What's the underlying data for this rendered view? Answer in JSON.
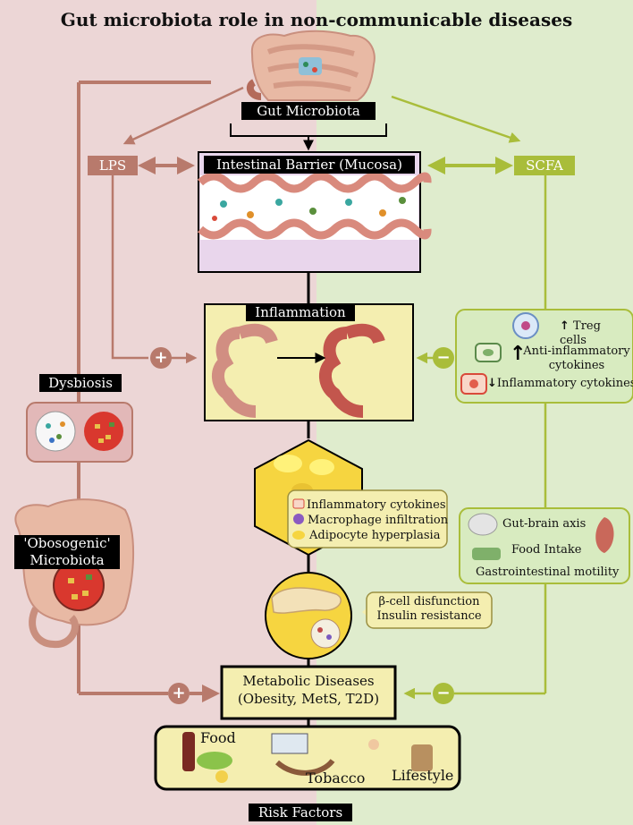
{
  "title": "Gut microbiota role in non-communicable diseases",
  "labels": {
    "gut_microbiota": "Gut Microbiota",
    "lps": "LPS",
    "scfa": "SCFA",
    "intestinal_barrier": "Intestinal Barrier (Mucosa)",
    "inflammation": "Inflammation",
    "dysbiosis": "Dysbiosis",
    "obesogenic_line1": "'Obosogenic'",
    "obesogenic_line2": "Microbiota",
    "metabolic_line1": "Metabolic Diseases",
    "metabolic_line2": "(Obesity, MetS, T2D)",
    "risk_factors": "Risk Factors",
    "food": "Food",
    "tobacco": "Tobacco",
    "lifestyle": "Lifestyle"
  },
  "scfa_effects": {
    "treg": "Treg cells",
    "anti_inflammatory_line1": "Anti-inflammatory",
    "anti_inflammatory_line2": "cytokines",
    "inflammatory": "Inflammatory cytokines"
  },
  "adipose_effects": {
    "cytokines": "Inflammatory cytokines",
    "macrophage": "Macrophage infiltration",
    "hyperplasia": "Adipocyte hyperplasia"
  },
  "gut_brain": {
    "axis": "Gut-brain axis",
    "food_intake": "Food Intake",
    "motility": "Gastrointestinal motility"
  },
  "pancreas_effects": {
    "beta_cell": "β-cell disfunction",
    "insulin": "Insulin resistance"
  },
  "symbols": {
    "plus": "+",
    "minus": "−",
    "up": "↑",
    "down": "↓"
  },
  "colors": {
    "brown": "#b87a6c",
    "green": "#a9bd3a",
    "panel_yellow": "#f4eeb0",
    "panel_green": "#d8ebc0",
    "mucosa_bg": "#e9d6ec"
  }
}
